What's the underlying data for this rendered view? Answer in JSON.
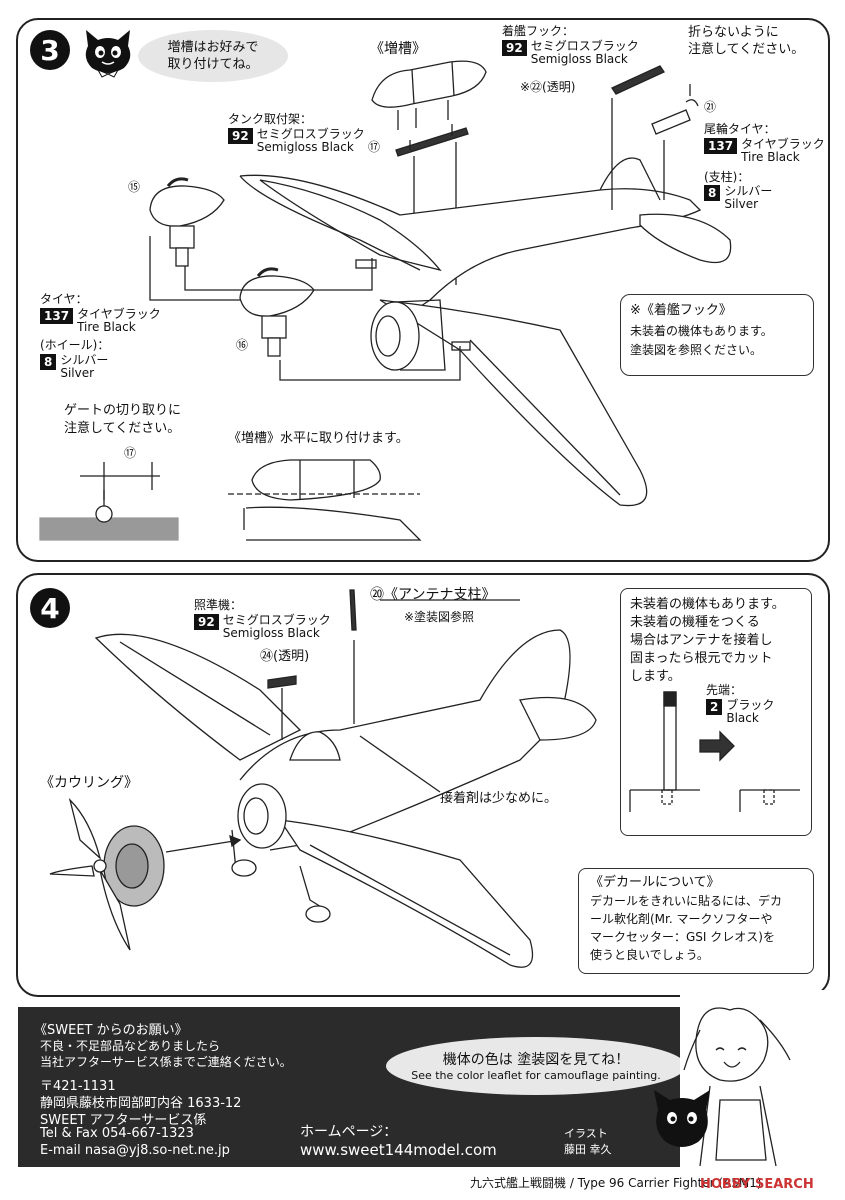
{
  "step3": {
    "number": "3",
    "bubble": [
      "増槽はお好みで",
      "取り付けてね。"
    ],
    "drop_tank_title": "《増槽》",
    "hook": {
      "label": "着艦フック：",
      "code": "92",
      "jp": "セミグロスブラック",
      "en": "Semigloss Black"
    },
    "clear_part": "※㉒(透明)",
    "careful": [
      "折らないように",
      "注意してください。"
    ],
    "tail_wheel": {
      "label": "尾輪タイヤ：",
      "code": "137",
      "jp": "タイヤブラック",
      "en": "Tire Black",
      "strut_label": "(支柱)：",
      "strut_code": "8",
      "strut_jp": "シルバー",
      "strut_en": "Silver"
    },
    "tank_mount": {
      "label": "タンク取付架：",
      "code": "92",
      "jp": "セミグロスブラック",
      "en": "Semigloss Black"
    },
    "tire": {
      "label": "タイヤ：",
      "code": "137",
      "jp": "タイヤブラック",
      "en": "Tire Black",
      "wheel_label": "(ホイール)：",
      "wheel_code": "8",
      "wheel_jp": "シルバー",
      "wheel_en": "Silver"
    },
    "hook_note": [
      "※《着艦フック》",
      "未装着の機体もあります。",
      "塗装図を参照ください。"
    ],
    "gate_note": [
      "ゲートの切り取りに",
      "注意してください。"
    ],
    "tank_level": "《増槽》水平に取り付けます。",
    "parts": {
      "p15": "⑮",
      "p16": "⑯",
      "p17": "⑰",
      "p17b": "⑰",
      "p21": "㉑"
    }
  },
  "step4": {
    "number": "4",
    "sight": {
      "label": "照準機：",
      "code": "92",
      "jp": "セミグロスブラック",
      "en": "Semigloss Black"
    },
    "sight_part": "㉔(透明)",
    "antenna_title": "⑳《アンテナ支柱》",
    "antenna_ref": "※塗装図参照",
    "antenna_note": [
      "未装着の機体もあります。",
      "未装着の機種をつくる",
      "場合はアンテナを接着し",
      "固まったら根元でカット",
      "します。"
    ],
    "tip": {
      "label": "先端：",
      "code": "2",
      "jp": "ブラック",
      "en": "Black"
    },
    "cowling": "《カウリング》",
    "glue_note": "接着剤は少なめに。",
    "decal_note": [
      "《デカールについて》",
      "デカールをきれいに貼るには、デカ",
      "ール軟化剤(Mr. マークソフターや",
      "マークセッター：GSI クレオス)を",
      "使うと良いでしょう。"
    ]
  },
  "footer": {
    "request_title": "《SWEET からのお願い》",
    "request_lines": [
      "不良・不足部品などありましたら",
      "当社アフターサービス係までご連絡ください。"
    ],
    "address": [
      "〒421-1131",
      "静岡県藤枝市岡部町内谷 1633-12",
      "SWEET アフターサービス係",
      "Tel & Fax 054-667-1323",
      "E-mail nasa@yj8.so-net.ne.jp"
    ],
    "color_bubble_jp": "機体の色は 塗装図を見てね！",
    "color_bubble_en": "See the color leaflet for camouflage painting.",
    "homepage_label": "ホームページ：",
    "homepage_url": "www.sweet144model.com",
    "illust_label": "イラスト",
    "illust_name": "藤田 幸久"
  },
  "caption": "九六式艦上戦闘機 / Type 96 Carrier Fighter (A5M1)",
  "watermark": "HOBBY SEARCH"
}
